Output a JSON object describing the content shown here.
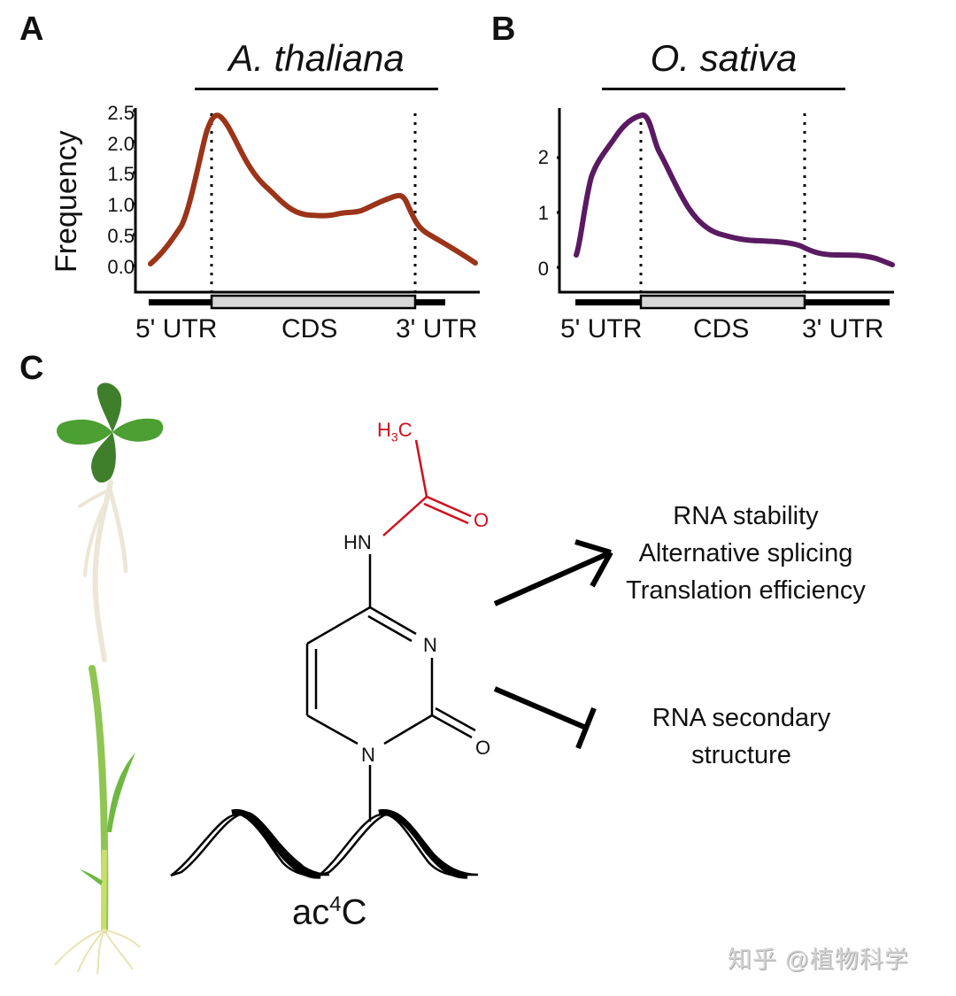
{
  "panels": {
    "A": {
      "letter": "A",
      "species": "A. thaliana",
      "ylabel": "Frequency",
      "yticks": [
        "2.5",
        "2.0",
        "1.5",
        "1.0",
        "0.5",
        "0.0"
      ],
      "regions": [
        "5' UTR",
        "CDS",
        "3' UTR"
      ],
      "line_color": "#9b3418"
    },
    "B": {
      "letter": "B",
      "species": "O. sativa",
      "yticks": [
        "2",
        "1",
        "0"
      ],
      "regions": [
        "5' UTR",
        "CDS",
        "3' UTR"
      ],
      "line_color": "#5a1a62"
    },
    "C": {
      "letter": "C",
      "molecule": {
        "methyl": "H",
        "methyl_sub": "3",
        "methyl_end": "C",
        "carbonyl_o": "O",
        "amine": "HN",
        "ring_n3": "N",
        "ring_o2": "O",
        "ring_n1": "N",
        "red_color": "#d0101e"
      },
      "modification_label": "ac",
      "modification_sup": "4",
      "modification_end": "C",
      "promotes": [
        "RNA stability",
        "Alternative splicing",
        "Translation efficiency"
      ],
      "inhibits": [
        "RNA secondary",
        "structure"
      ]
    }
  },
  "watermark": "知乎 @植物科学",
  "chart_data": [
    {
      "type": "line",
      "title": "A. thaliana",
      "xlabel": "",
      "ylabel": "Frequency",
      "x_regions": [
        "5' UTR",
        "CDS",
        "3' UTR"
      ],
      "ylim": [
        -0.45,
        2.55
      ],
      "yticks": [
        0.0,
        0.5,
        1.0,
        1.5,
        2.0,
        2.5
      ],
      "grid": false,
      "region_boundaries_x": [
        0.31,
        0.8
      ],
      "x": [
        0.0,
        0.1,
        0.2,
        0.28,
        0.33,
        0.4,
        0.5,
        0.6,
        0.7,
        0.78,
        0.82,
        0.9,
        1.0
      ],
      "series": [
        {
          "name": "A. thaliana",
          "color": "#9b3418",
          "values": [
            0.03,
            0.45,
            1.8,
            2.45,
            2.1,
            1.45,
            0.87,
            0.88,
            1.05,
            1.15,
            0.55,
            0.35,
            0.05
          ]
        }
      ]
    },
    {
      "type": "line",
      "title": "O. sativa",
      "xlabel": "",
      "ylabel": "",
      "x_regions": [
        "5' UTR",
        "CDS",
        "3' UTR"
      ],
      "ylim": [
        -0.4,
        2.9
      ],
      "yticks": [
        0,
        1,
        2
      ],
      "grid": false,
      "region_boundaries_x": [
        0.28,
        0.72
      ],
      "x": [
        0.0,
        0.08,
        0.18,
        0.28,
        0.35,
        0.45,
        0.55,
        0.65,
        0.72,
        0.8,
        0.9,
        1.0
      ],
      "series": [
        {
          "name": "O. sativa",
          "color": "#5a1a62",
          "values": [
            0.25,
            1.7,
            2.55,
            2.8,
            2.0,
            1.1,
            0.6,
            0.48,
            0.35,
            0.25,
            0.25,
            0.05
          ]
        }
      ]
    }
  ]
}
